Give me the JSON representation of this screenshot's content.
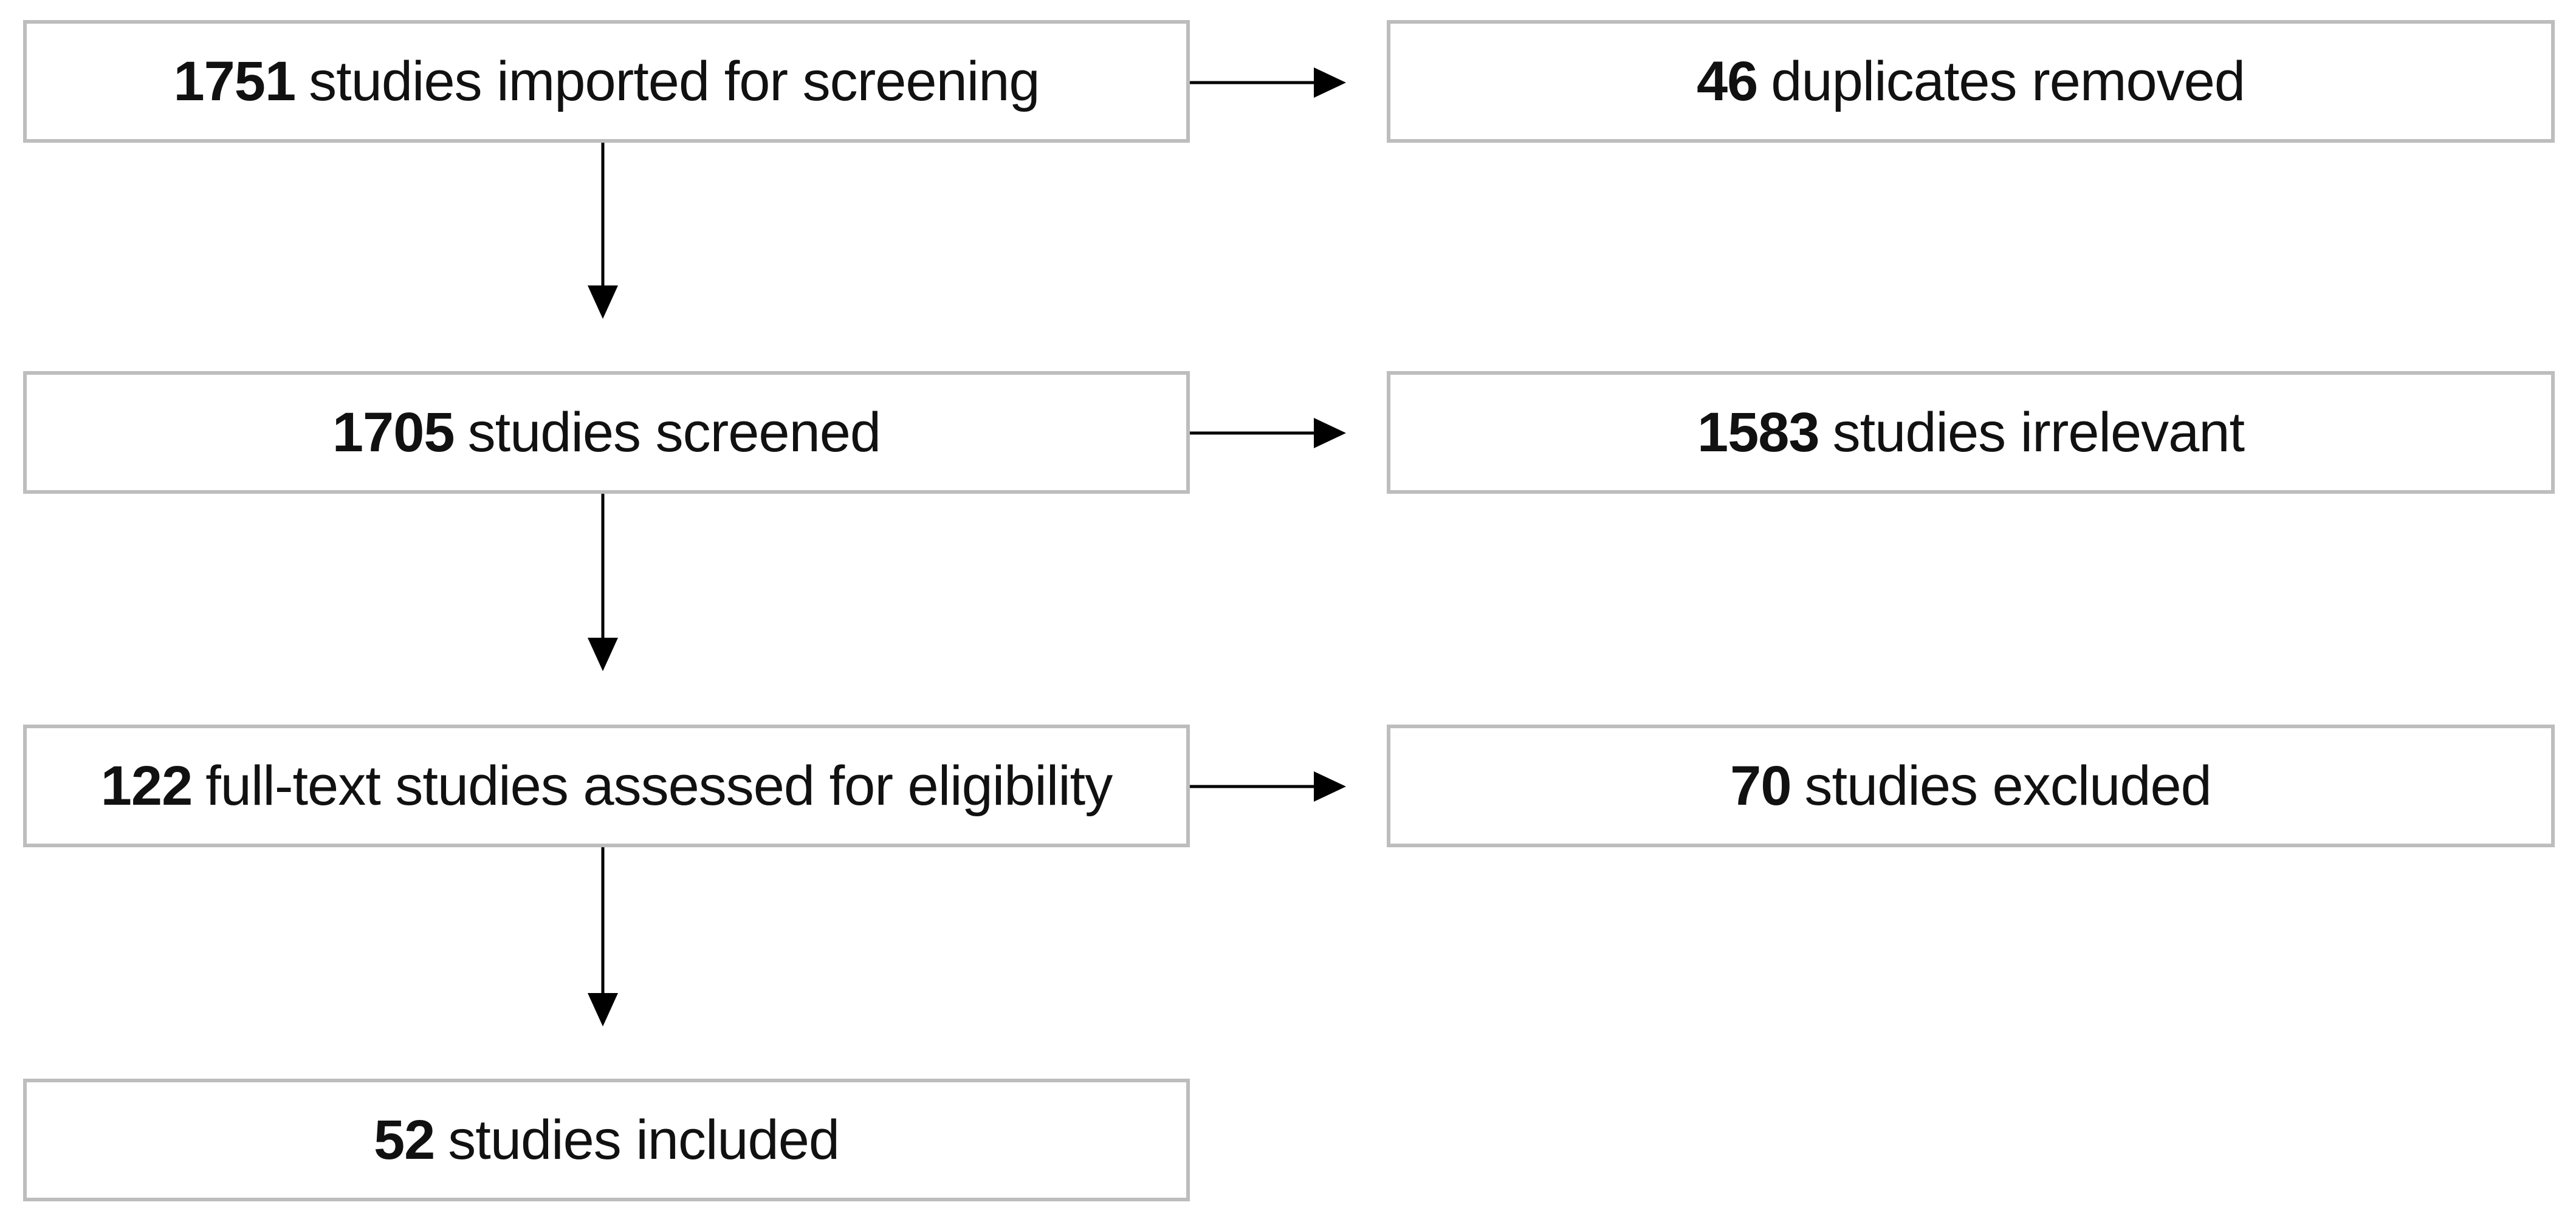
{
  "flow": {
    "imported": {
      "count": "1751",
      "text": "studies imported for screening"
    },
    "screened": {
      "count": "1705",
      "text": "studies screened"
    },
    "fulltext": {
      "count": "122",
      "text": "full-text studies assessed for eligibility"
    },
    "included": {
      "count": "52",
      "text": "studies included"
    },
    "duplicates": {
      "count": "46",
      "text": "duplicates removed"
    },
    "irrelevant": {
      "count": "1583",
      "text": "studies irrelevant"
    },
    "excluded": {
      "count": "70",
      "text": "studies excluded"
    }
  },
  "colors": {
    "box_border": "#bdbdbd",
    "arrow": "#000000",
    "text": "#111111"
  }
}
